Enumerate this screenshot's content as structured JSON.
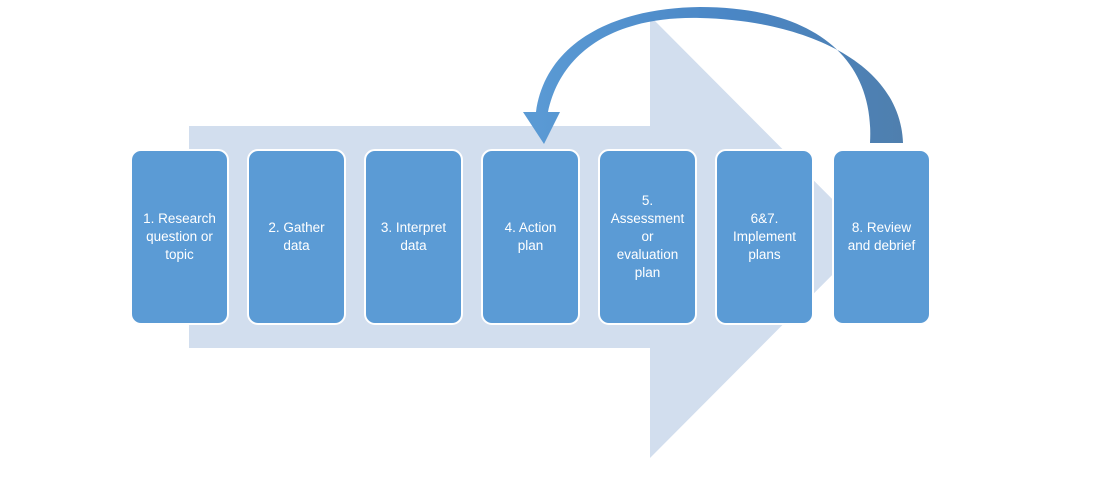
{
  "diagram": {
    "type": "process-flow",
    "colors": {
      "background_arrow": "#d2deee",
      "step_fill": "#5b9bd5",
      "step_border": "#ffffff",
      "step_text": "#ffffff",
      "loop_arrow_light": "#5b9bd5",
      "loop_arrow_dark": "#4a7cae"
    },
    "steps": [
      {
        "label": "1. Research\nquestion or\ntopic"
      },
      {
        "label": "2. Gather\ndata"
      },
      {
        "label": "3. Interpret\ndata"
      },
      {
        "label": "4. Action\nplan"
      },
      {
        "label": "5.\nAssessment\nor\nevaluation\nplan"
      },
      {
        "label": "6&7.\nImplement\nplans"
      },
      {
        "label": "8. Review\nand debrief"
      }
    ],
    "loop": {
      "from_step": 8,
      "to_step": 4
    }
  }
}
